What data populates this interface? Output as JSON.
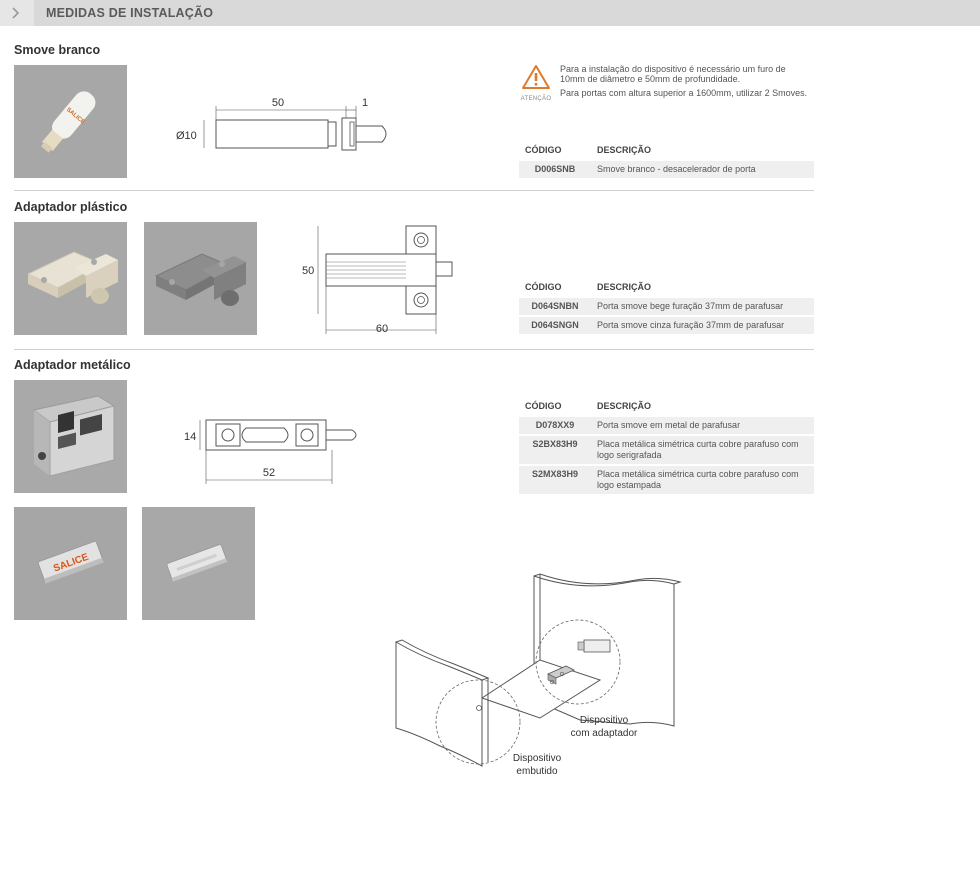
{
  "header": {
    "title": "MEDIDAS DE INSTALAÇÃO",
    "icon": "chevron-right-icon"
  },
  "sections": [
    {
      "title": "Smove branco"
    },
    {
      "title": "Adaptador plástico"
    },
    {
      "title": "Adaptador metálico"
    }
  ],
  "notice": {
    "icon": "warning-triangle-icon",
    "icon_label": "ATENÇÃO",
    "line1": "Para a instalação do dispositivo é necessário um furo de 10mm de diâmetro e 50mm de profundidade.",
    "line2": "Para portas com altura superior a 1600mm, utilizar 2 Smoves."
  },
  "table_headers": {
    "code": "CÓDIGO",
    "description": "DESCRIÇÃO"
  },
  "tables": [
    {
      "rows": [
        {
          "code": "D006SNB",
          "description": "Smove branco - desacelerador de porta"
        }
      ]
    },
    {
      "rows": [
        {
          "code": "D064SNBN",
          "description": "Porta smove bege furação 37mm de parafusar"
        },
        {
          "code": "D064SNGN",
          "description": "Porta smove cinza furação 37mm de parafusar"
        }
      ]
    },
    {
      "rows": [
        {
          "code": "D078XX9",
          "description": "Porta smove em metal de parafusar"
        },
        {
          "code": "S2BX83H9",
          "description": "Placa metálica simétrica curta cobre parafuso com logo serigrafada"
        },
        {
          "code": "S2MX83H9",
          "description": "Placa metálica simétrica curta cobre parafuso com logo estampada"
        }
      ]
    }
  ],
  "dimensions": {
    "smove": {
      "length": "50",
      "cap": "1",
      "diameter": "Ø10"
    },
    "plastic": {
      "height": "50",
      "width": "60"
    },
    "metal": {
      "height": "14",
      "width": "52"
    }
  },
  "product_labels": {
    "smove_brand": "SALICE",
    "plate_brand": "SALICE"
  },
  "installation": {
    "label_adapter_line1": "Dispositivo",
    "label_adapter_line2": "com adaptador",
    "label_embedded_line1": "Dispositivo",
    "label_embedded_line2": "embutido"
  }
}
